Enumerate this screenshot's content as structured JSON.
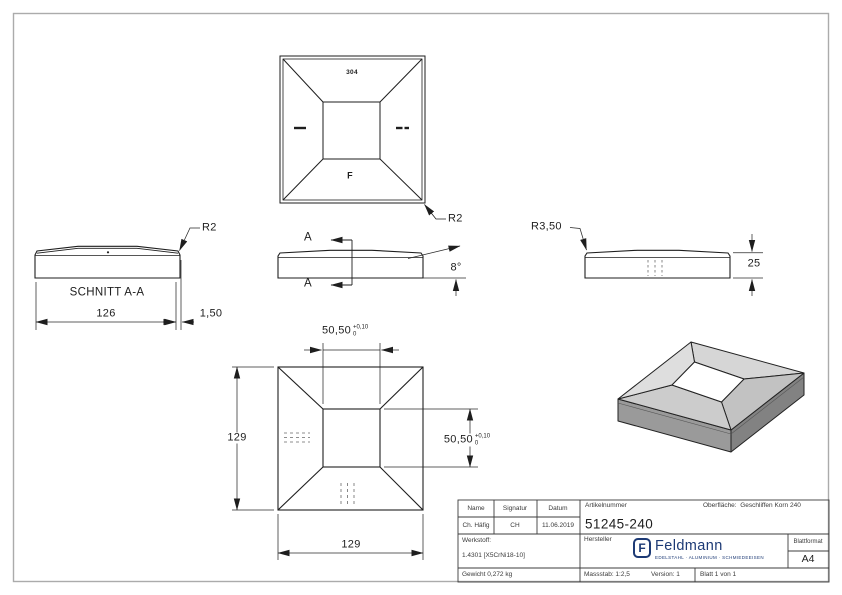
{
  "views": {
    "top": {
      "steel_grade": "304",
      "brand_mark": "F",
      "radius_label": "R2"
    },
    "section": {
      "title": "SCHNITT A-A",
      "dim_width": "126",
      "dim_wall": "1,50",
      "radius_label": "R2"
    },
    "side": {
      "cut_label": "A",
      "dim_angle": "8°"
    },
    "right": {
      "radius_label": "R3,50",
      "dim_height": "25"
    },
    "bottom": {
      "dim_outer_width": "129",
      "dim_outer_height": "129",
      "dim_inner_width": "50,50",
      "dim_inner_height": "50,50",
      "tol_plus": "+0,10",
      "tol_zero": "0"
    }
  },
  "title_block": {
    "name_label": "Name",
    "signature_label": "Signatur",
    "date_label": "Datum",
    "name": "Ch. Häfig",
    "signature": "CH",
    "date": "11.06.2019",
    "article_label": "Artikelnummer",
    "article_number": "51245-240",
    "surface_label": "Oberfläche:",
    "surface_value": "Geschliffen Korn 240",
    "material_label": "Werkstoff:",
    "material_value": "1.4301 [X5CrNi18-10]",
    "manufacturer_label": "Hersteller",
    "logo_monogram": "F",
    "logo_name": "Feldmann",
    "logo_tagline": "EDELSTAHL · ALUMINIUM · SCHMIEDEEISEN",
    "sheet_format_label": "Blattformat",
    "sheet_format": "A4",
    "weight": "Gewicht 0,272 kg",
    "scale": "Massstab: 1:2,5",
    "version": "Version: 1",
    "sheet": "Blatt 1 von 1"
  },
  "colors": {
    "line": "#1e1e1e",
    "frame": "#ababab",
    "logo_blue": "#1d3a75",
    "iso_top_light": "#d6d6d6",
    "iso_top": "#c7c7c7",
    "iso_wall_left": "#9a9a9a",
    "iso_wall_right": "#828282"
  }
}
